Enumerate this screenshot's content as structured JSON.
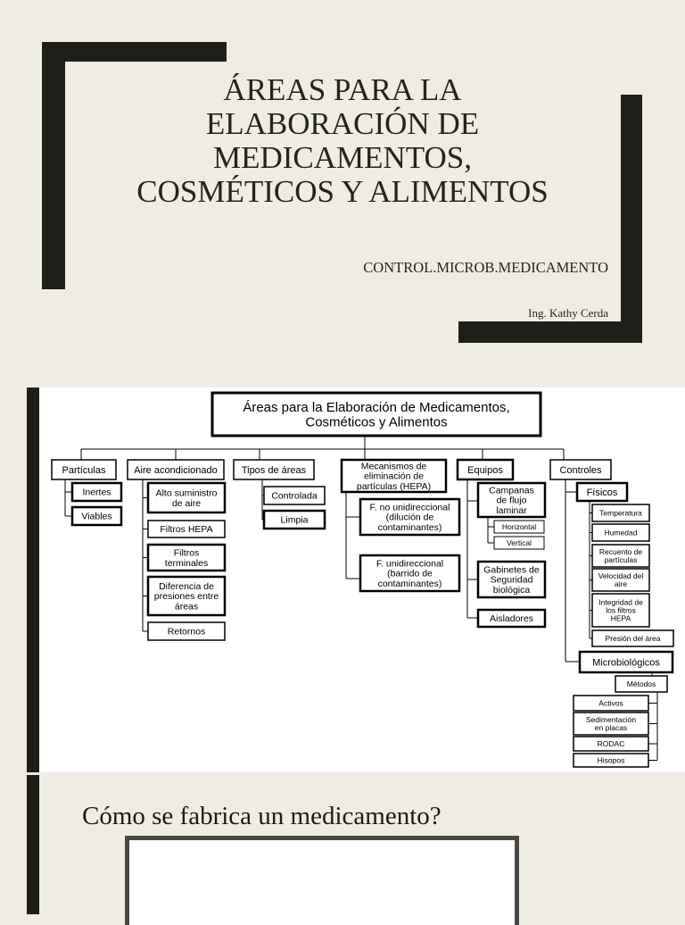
{
  "slide1": {
    "title_lines": [
      "ÁREAS PARA LA",
      "ELABORACIÓN DE",
      "MEDICAMENTOS,",
      "COSMÉTICOS Y ALIMENTOS"
    ],
    "subtitle": "CONTROL.MICROB.MEDICAMENTO",
    "author": "Ing. Kathy Cerda"
  },
  "diagram": {
    "title_lines": [
      "Áreas para la Elaboración de Medicamentos,",
      "Cosméticos y Alimentos"
    ],
    "particulas": {
      "label": "Partículas",
      "items": [
        "Inertes",
        "Viables"
      ]
    },
    "aire": {
      "label": "Aire acondicionado",
      "items": [
        [
          "Alto suministro",
          "de aire"
        ],
        [
          "Filtros HEPA"
        ],
        [
          "Filtros",
          "terminales"
        ],
        [
          "Diferencia de",
          "presiones entre",
          "áreas"
        ],
        [
          "Retornos"
        ]
      ]
    },
    "tipos": {
      "label": "Tipos de áreas",
      "items": [
        "Controlada",
        "Limpia"
      ]
    },
    "mecanismos": {
      "label_lines": [
        "Mecanismos de",
        "eliminación de",
        "partículas (HEPA)"
      ],
      "items": [
        [
          "F. no unidireccional",
          "(dilución de",
          "contaminantes)"
        ],
        [
          "F. unidireccional",
          "(barrido de",
          "contaminantes)"
        ]
      ]
    },
    "equipos": {
      "label": "Equipos",
      "campanas": [
        "Campanas",
        "de flujo",
        "laminar"
      ],
      "campanas_items": [
        "Horizontal",
        "Vertical"
      ],
      "gabinetes": [
        "Gabinetes de",
        "Seguridad",
        "biológica"
      ],
      "aisladores": "Aisladores"
    },
    "controles": {
      "label": "Controles",
      "fisicos": "Físicos",
      "fisicos_items": [
        [
          "Temperatura"
        ],
        [
          "Humedad"
        ],
        [
          "Recuento de",
          "partículas"
        ],
        [
          "Velocidad del",
          "aire"
        ],
        [
          "Integridad de",
          "los filtros",
          "HEPA"
        ],
        [
          "Presión del área"
        ]
      ],
      "microbiologicos": "Microbiológicos",
      "metodos": "Métodos",
      "metodos_items": [
        [
          "Activos"
        ],
        [
          "Sedimentación",
          "en placas"
        ],
        [
          "RODAC"
        ],
        [
          "Hisopos"
        ]
      ]
    }
  },
  "slide3": {
    "title": "Cómo se fabrica un medicamento?"
  }
}
